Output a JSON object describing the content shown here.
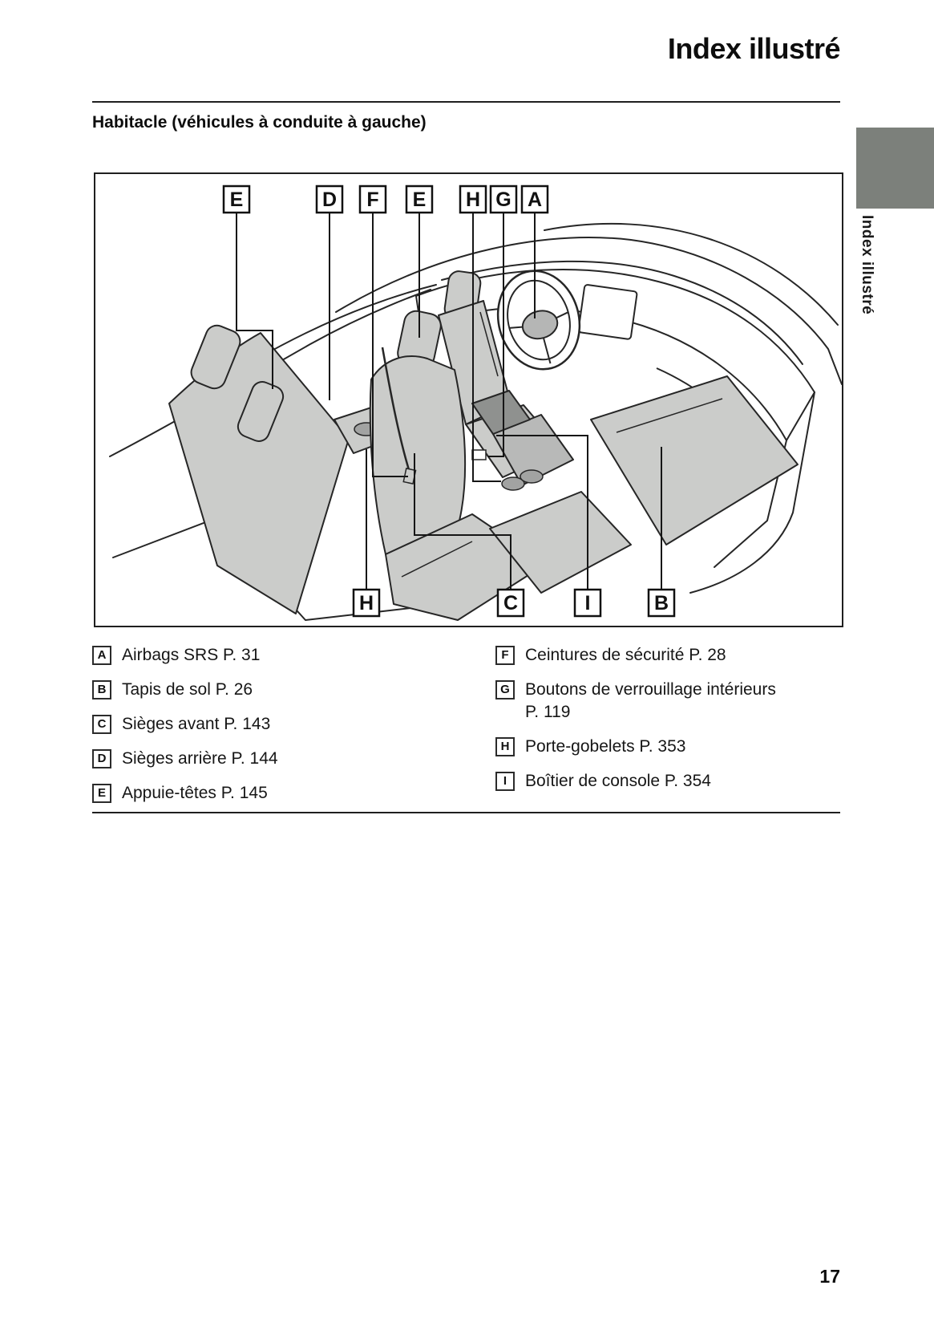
{
  "page": {
    "title": "Index illustré",
    "section_heading": "Habitacle (véhicules à conduite à gauche)",
    "side_tab_label": "Index illustré",
    "page_number": "17"
  },
  "diagram": {
    "description": "car-interior-line-drawing-left-hand-drive",
    "top_callouts": [
      "E",
      "D",
      "F",
      "E",
      "H",
      "G",
      "A"
    ],
    "bottom_callouts": [
      "H",
      "C",
      "I",
      "B"
    ]
  },
  "legend": {
    "left": [
      {
        "key": "A",
        "label": "Airbags SRS P. 31"
      },
      {
        "key": "B",
        "label": "Tapis de sol P. 26"
      },
      {
        "key": "C",
        "label": "Sièges avant P. 143"
      },
      {
        "key": "D",
        "label": "Sièges arrière P. 144"
      },
      {
        "key": "E",
        "label": "Appuie-têtes P. 145"
      }
    ],
    "right": [
      {
        "key": "F",
        "label": "Ceintures de sécurité P. 28"
      },
      {
        "key": "G",
        "label": "Boutons de verrouillage intérieurs",
        "label2": "P. 119"
      },
      {
        "key": "H",
        "label": "Porte-gobelets P. 353"
      },
      {
        "key": "I",
        "label": "Boîtier de console P. 354"
      }
    ]
  },
  "colors": {
    "tab_gray": "#7c807b",
    "seat_gray": "#cbccca",
    "console_gray": "#8f918f",
    "cup_gray": "#a2a3a2",
    "line": "#1f1f1f"
  }
}
